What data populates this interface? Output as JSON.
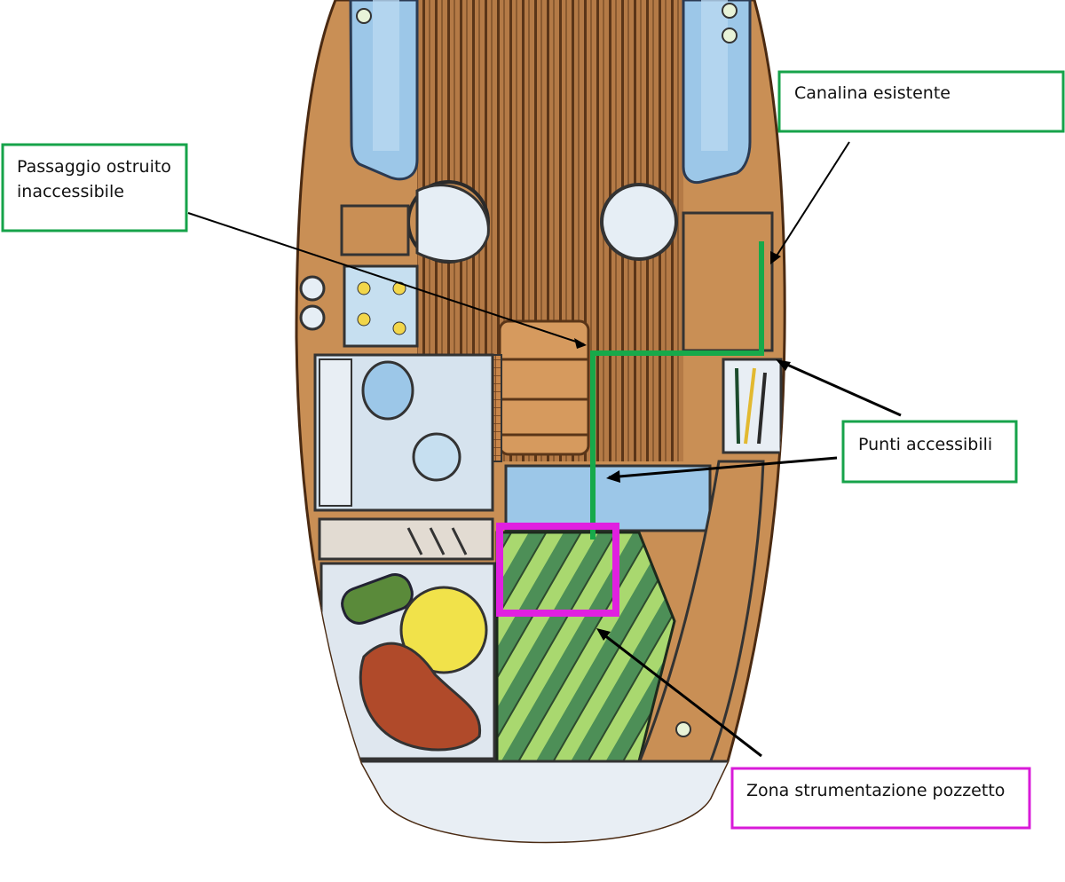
{
  "callouts": {
    "canalina": {
      "label": "Canalina esistente",
      "border_color": "#16a34a"
    },
    "passaggio": {
      "lines": [
        "Passaggio ostruito",
        "inaccessibile"
      ],
      "border_color": "#16a34a"
    },
    "punti": {
      "label": "Punti accessibili",
      "border_color": "#16a34a"
    },
    "zona": {
      "label": "Zona strumentazione pozzetto",
      "border_color": "#d81bd8"
    }
  },
  "overlays": {
    "cable_route_color": "#17a94a",
    "instrument_zone_color": "#e020e0"
  },
  "colors": {
    "hull_wood": "#c98f55",
    "teak_dark": "#7a4a26",
    "cushion_blue": "#9cc7e8",
    "cockpit_green": "#8ccf62",
    "sink_white": "#dfe7ef",
    "stern_pale": "#e8eef4"
  }
}
